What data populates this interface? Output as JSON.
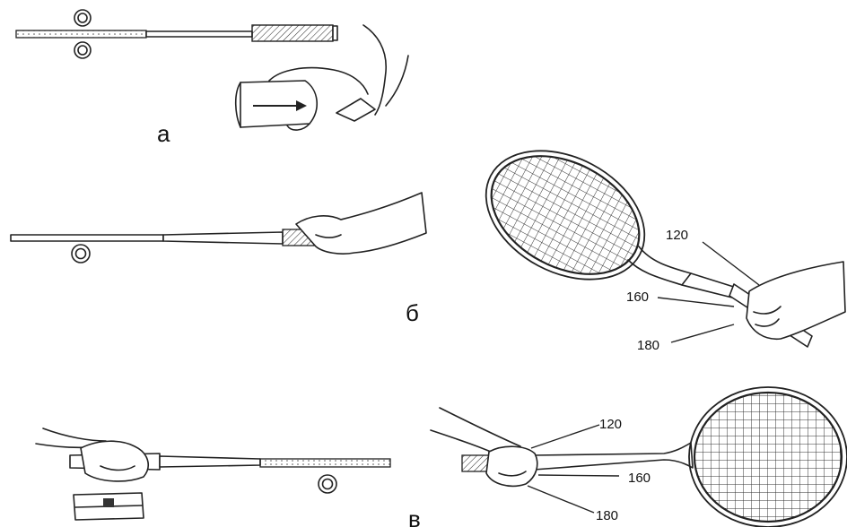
{
  "panels": {
    "a": {
      "label": "а"
    },
    "b": {
      "label": "б"
    },
    "v": {
      "label": "в"
    }
  },
  "callouts_upper": [
    "120",
    "160",
    "180"
  ],
  "callouts_lower": [
    "120",
    "160",
    "180"
  ]
}
